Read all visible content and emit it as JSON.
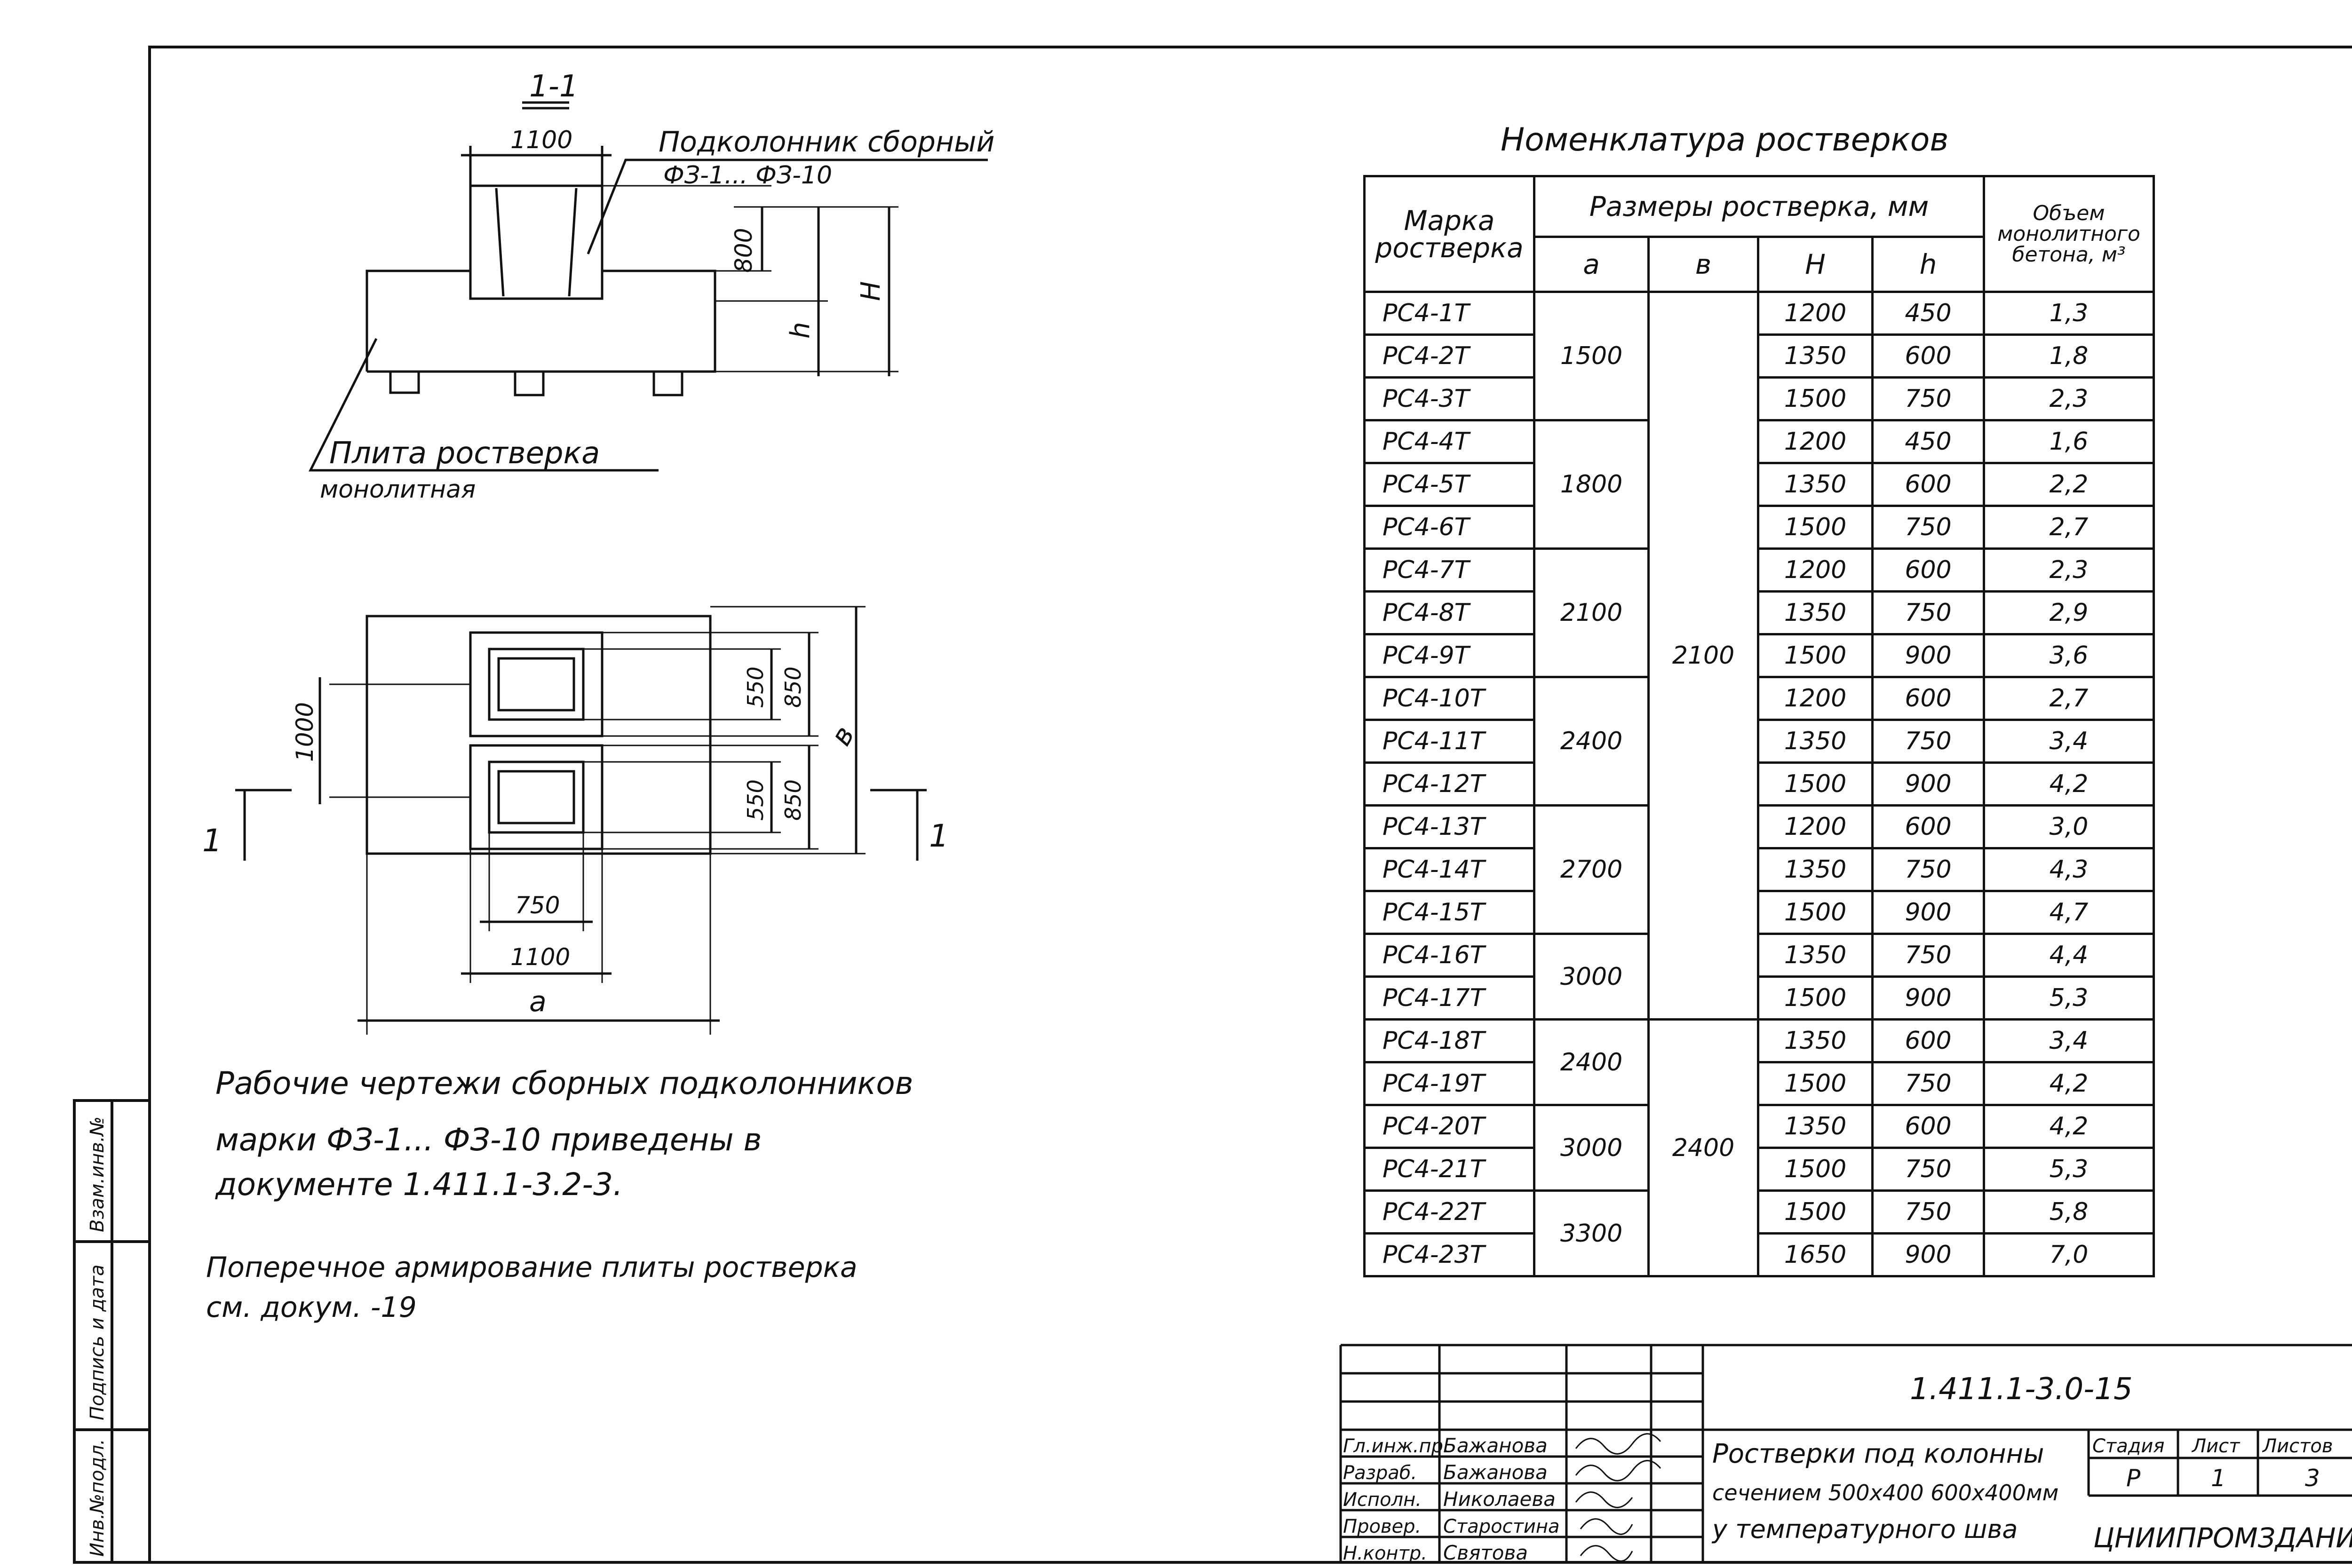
{
  "section": {
    "label": "1-1",
    "callout_top_line1": "Подколонник сборный",
    "callout_top_line2": "ФЗ-1... ФЗ-10",
    "callout_bottom_line1": "Плита ростверка",
    "callout_bottom_line2": "монолитная",
    "dim_width": "1100",
    "dim_height": "800",
    "dim_h": "h",
    "dim_H": "H"
  },
  "plan": {
    "dim_1000": "1000",
    "dim_550_top": "550",
    "dim_850_top": "850",
    "dim_550_bottom": "550",
    "dim_850_bottom": "850",
    "dim_b": "в",
    "dim_750": "750",
    "dim_1100": "1100",
    "dim_a": "а",
    "cut_left": "1",
    "cut_right": "1"
  },
  "notes": {
    "line1": "Рабочие чертежи сборных подколонников",
    "line2": "марки ФЗ-1... ФЗ-10 приведены в",
    "line3": "документе 1.411.1-3.2-3.",
    "line4": "Поперечное армирование плиты ростверка",
    "line5": "см. докум. -19"
  },
  "table": {
    "title": "Номенклатура ростверков",
    "h_mark": "Марка ростверка",
    "h_sizes": "Размеры ростверка, мм",
    "h_volume": "Объем монолитного бетона, м³",
    "h_a": "а",
    "h_b": "в",
    "h_H": "Н",
    "h_h": "h",
    "rows": [
      {
        "mark": "РС4-1Т",
        "a": "1500",
        "b": "2100",
        "H": "1200",
        "h": "450",
        "v": "1,3"
      },
      {
        "mark": "РС4-2Т",
        "H": "1350",
        "h": "600",
        "v": "1,8"
      },
      {
        "mark": "РС4-3Т",
        "H": "1500",
        "h": "750",
        "v": "2,3"
      },
      {
        "mark": "РС4-4Т",
        "a": "1800",
        "H": "1200",
        "h": "450",
        "v": "1,6"
      },
      {
        "mark": "РС4-5Т",
        "H": "1350",
        "h": "600",
        "v": "2,2"
      },
      {
        "mark": "РС4-6Т",
        "H": "1500",
        "h": "750",
        "v": "2,7"
      },
      {
        "mark": "РС4-7Т",
        "a": "2100",
        "H": "1200",
        "h": "600",
        "v": "2,3"
      },
      {
        "mark": "РС4-8Т",
        "H": "1350",
        "h": "750",
        "v": "2,9"
      },
      {
        "mark": "РС4-9Т",
        "H": "1500",
        "h": "900",
        "v": "3,6"
      },
      {
        "mark": "РС4-10Т",
        "a": "2400",
        "H": "1200",
        "h": "600",
        "v": "2,7"
      },
      {
        "mark": "РС4-11Т",
        "H": "1350",
        "h": "750",
        "v": "3,4"
      },
      {
        "mark": "РС4-12Т",
        "H": "1500",
        "h": "900",
        "v": "4,2"
      },
      {
        "mark": "РС4-13Т",
        "a": "2700",
        "H": "1200",
        "h": "600",
        "v": "3,0"
      },
      {
        "mark": "РС4-14Т",
        "H": "1350",
        "h": "750",
        "v": "4,3"
      },
      {
        "mark": "РС4-15Т",
        "H": "1500",
        "h": "900",
        "v": "4,7"
      },
      {
        "mark": "РС4-16Т",
        "a": "3000",
        "H": "1350",
        "h": "750",
        "v": "4,4"
      },
      {
        "mark": "РС4-17Т",
        "H": "1500",
        "h": "900",
        "v": "5,3"
      },
      {
        "mark": "РС4-18Т",
        "a": "2400",
        "b": "2400",
        "H": "1350",
        "h": "600",
        "v": "3,4"
      },
      {
        "mark": "РС4-19Т",
        "H": "1500",
        "h": "750",
        "v": "4,2"
      },
      {
        "mark": "РС4-20Т",
        "a": "3000",
        "H": "1350",
        "h": "600",
        "v": "4,2"
      },
      {
        "mark": "РС4-21Т",
        "H": "1500",
        "h": "750",
        "v": "5,3"
      },
      {
        "mark": "РС4-22Т",
        "a": "3300",
        "H": "1500",
        "h": "750",
        "v": "5,8"
      },
      {
        "mark": "РС4-23Т",
        "H": "1650",
        "h": "900",
        "v": "7,0"
      }
    ]
  },
  "stamp": {
    "code": "1.411.1-3.0-15",
    "roles": [
      "Гл.инж.пр.",
      "Разраб.",
      "Исполн.",
      "Провер.",
      "Н.контр."
    ],
    "names": [
      "Бажанова",
      "Бажанова",
      "Николаева",
      "Старостина",
      "Святова"
    ],
    "title_line1": "Ростверки под колонны",
    "title_line2": "сечением 500х400 600х400мм",
    "title_line3": "у температурного шва",
    "h_stage": "Стадия",
    "h_sheet": "Лист",
    "h_sheets": "Листов",
    "stage": "Р",
    "sheet": "1",
    "sheets": "3",
    "org": "ЦНИИПРОМЗДАНИЙ"
  },
  "side_stamp": {
    "c1": "Инв.№подл.",
    "c2": "Подпись и дата",
    "c3": "Взам.инв.№"
  }
}
